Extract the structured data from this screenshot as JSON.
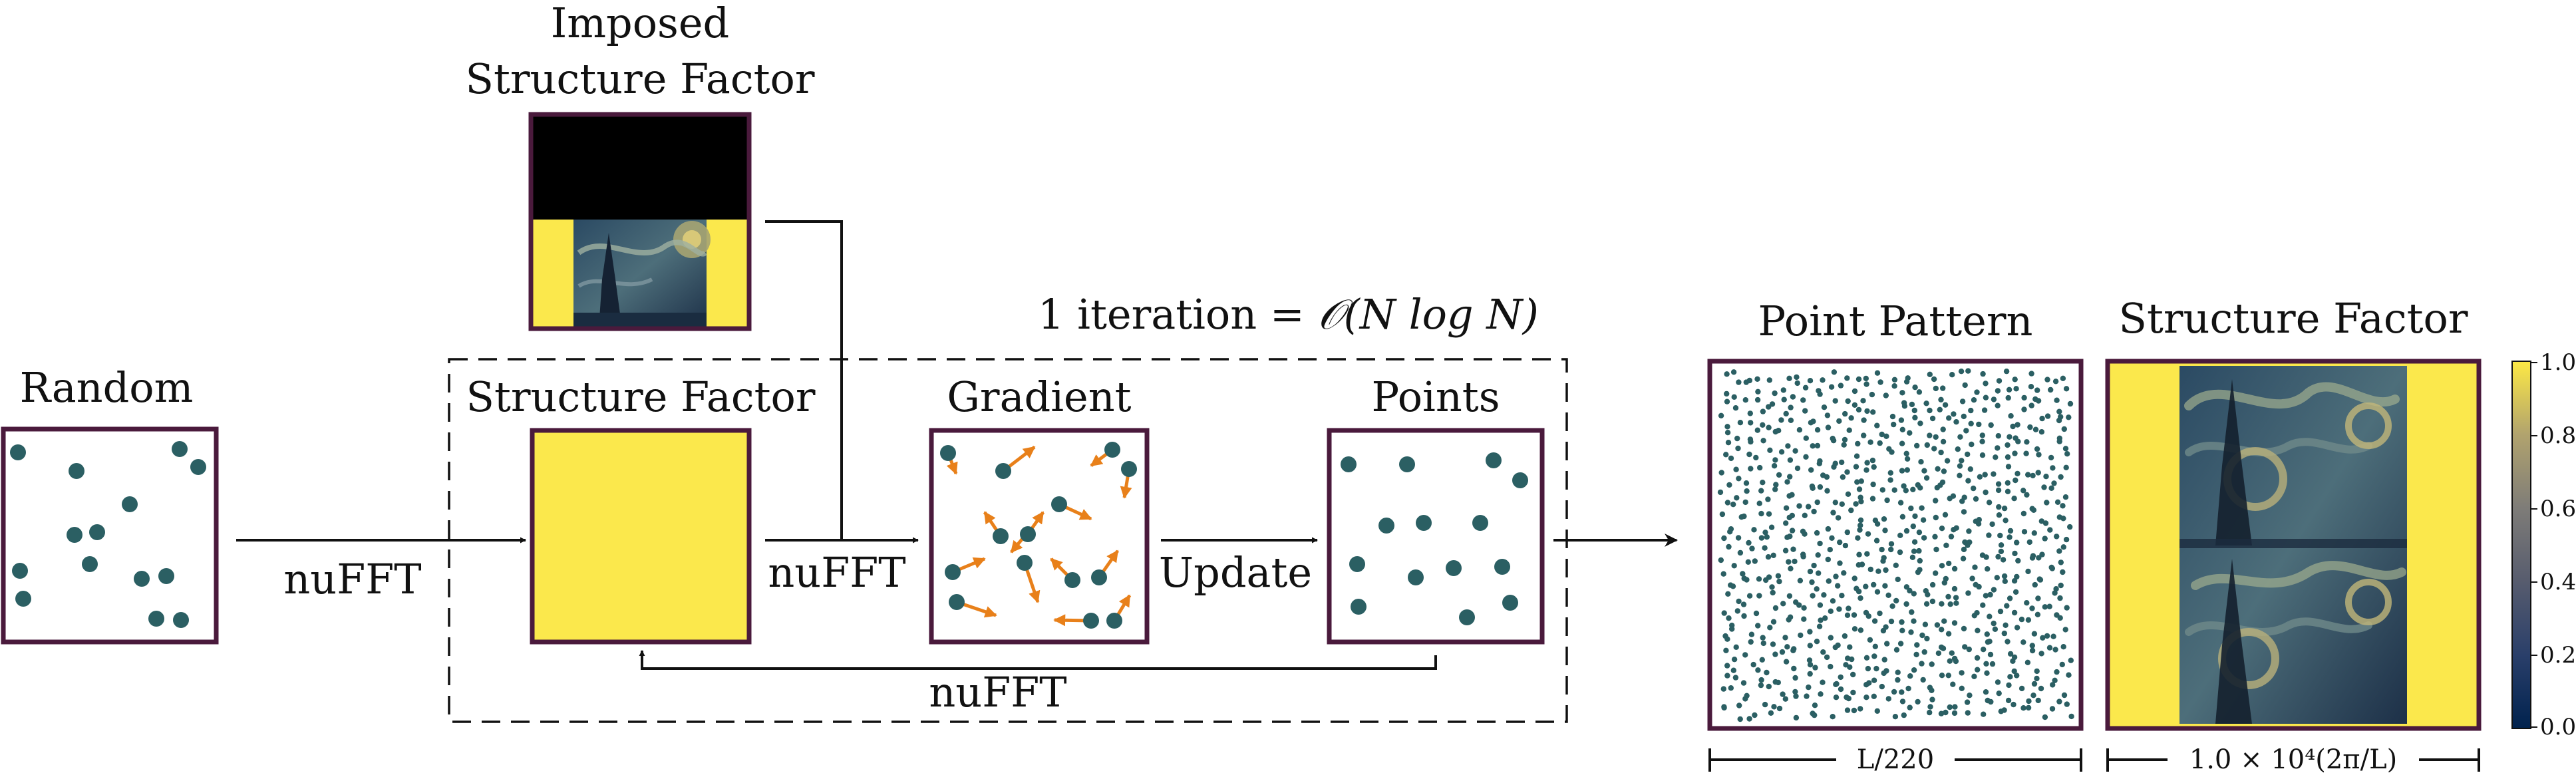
{
  "labels": {
    "imposed_line1": "Imposed",
    "imposed_line2": "Structure Factor",
    "iteration_prefix": "1 iteration = ",
    "iteration_complexity": "𝒪(N log N)",
    "random": "Random",
    "structure_factor": "Structure Factor",
    "gradient": "Gradient",
    "points": "Points",
    "nufft_left": "nuFFT",
    "nufft_mid": "nuFFT",
    "update": "Update",
    "nufft_feedback": "nuFFT",
    "point_pattern": "Point Pattern",
    "structure_factor_right": "Structure Factor",
    "scale_left": "L/220",
    "scale_right": "1.0 × 10⁴(2π/L)"
  },
  "colorbar": {
    "ticks": [
      "1.0",
      "0.8",
      "0.6",
      "0.4",
      "0.2",
      "0.0"
    ],
    "min": 0.0,
    "max": 1.0,
    "colormap": "cividis"
  },
  "colors": {
    "frame": "#4a1a3c",
    "dot": "#2b5f63",
    "arrow": "#e8801a",
    "yellow": "#fbe84c",
    "black": "#000000",
    "painting_dark": "#1e3550",
    "painting_mid": "#3b5a70",
    "painting_light": "#8c9c72"
  }
}
